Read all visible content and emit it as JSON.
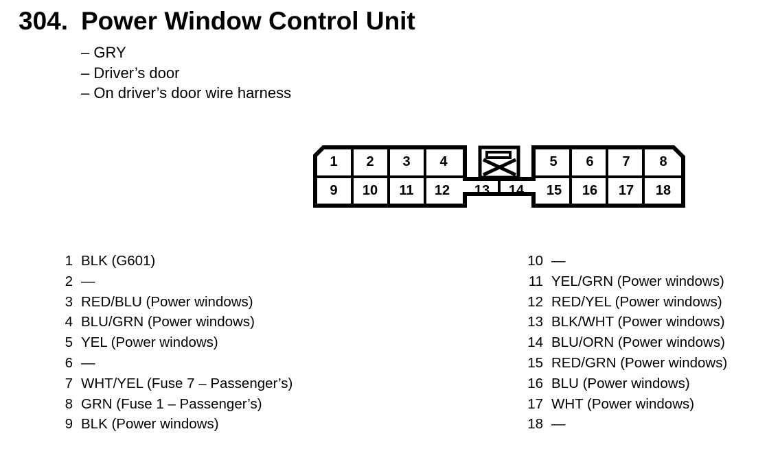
{
  "header": {
    "number": "304.",
    "title": "Power Window Control Unit"
  },
  "details": [
    "– GRY",
    "– Driver’s door",
    "– On driver’s door wire harness"
  ],
  "connector": {
    "top_row": [
      "1",
      "2",
      "3",
      "4",
      "5",
      "6",
      "7",
      "8"
    ],
    "bottom_row": [
      "9",
      "10",
      "11",
      "12",
      "13",
      "14",
      "15",
      "16",
      "17",
      "18"
    ]
  },
  "pins_left": [
    {
      "num": "1",
      "desc": "BLK (G601)"
    },
    {
      "num": "2",
      "desc": "—"
    },
    {
      "num": "3",
      "desc": "RED/BLU (Power windows)"
    },
    {
      "num": "4",
      "desc": "BLU/GRN (Power windows)"
    },
    {
      "num": "5",
      "desc": "YEL (Power windows)"
    },
    {
      "num": "6",
      "desc": "—"
    },
    {
      "num": "7",
      "desc": "WHT/YEL (Fuse 7 – Passenger’s)"
    },
    {
      "num": "8",
      "desc": "GRN (Fuse 1 – Passenger’s)"
    },
    {
      "num": "9",
      "desc": "BLK (Power windows)"
    }
  ],
  "pins_right": [
    {
      "num": "10",
      "desc": "—"
    },
    {
      "num": "11",
      "desc": "YEL/GRN (Power windows)"
    },
    {
      "num": "12",
      "desc": "RED/YEL (Power windows)"
    },
    {
      "num": "13",
      "desc": "BLK/WHT (Power windows)"
    },
    {
      "num": "14",
      "desc": "BLU/ORN (Power windows)"
    },
    {
      "num": "15",
      "desc": "RED/GRN (Power windows)"
    },
    {
      "num": "16",
      "desc": "BLU (Power windows)"
    },
    {
      "num": "17",
      "desc": "WHT (Power windows)"
    },
    {
      "num": "18",
      "desc": "—"
    }
  ]
}
